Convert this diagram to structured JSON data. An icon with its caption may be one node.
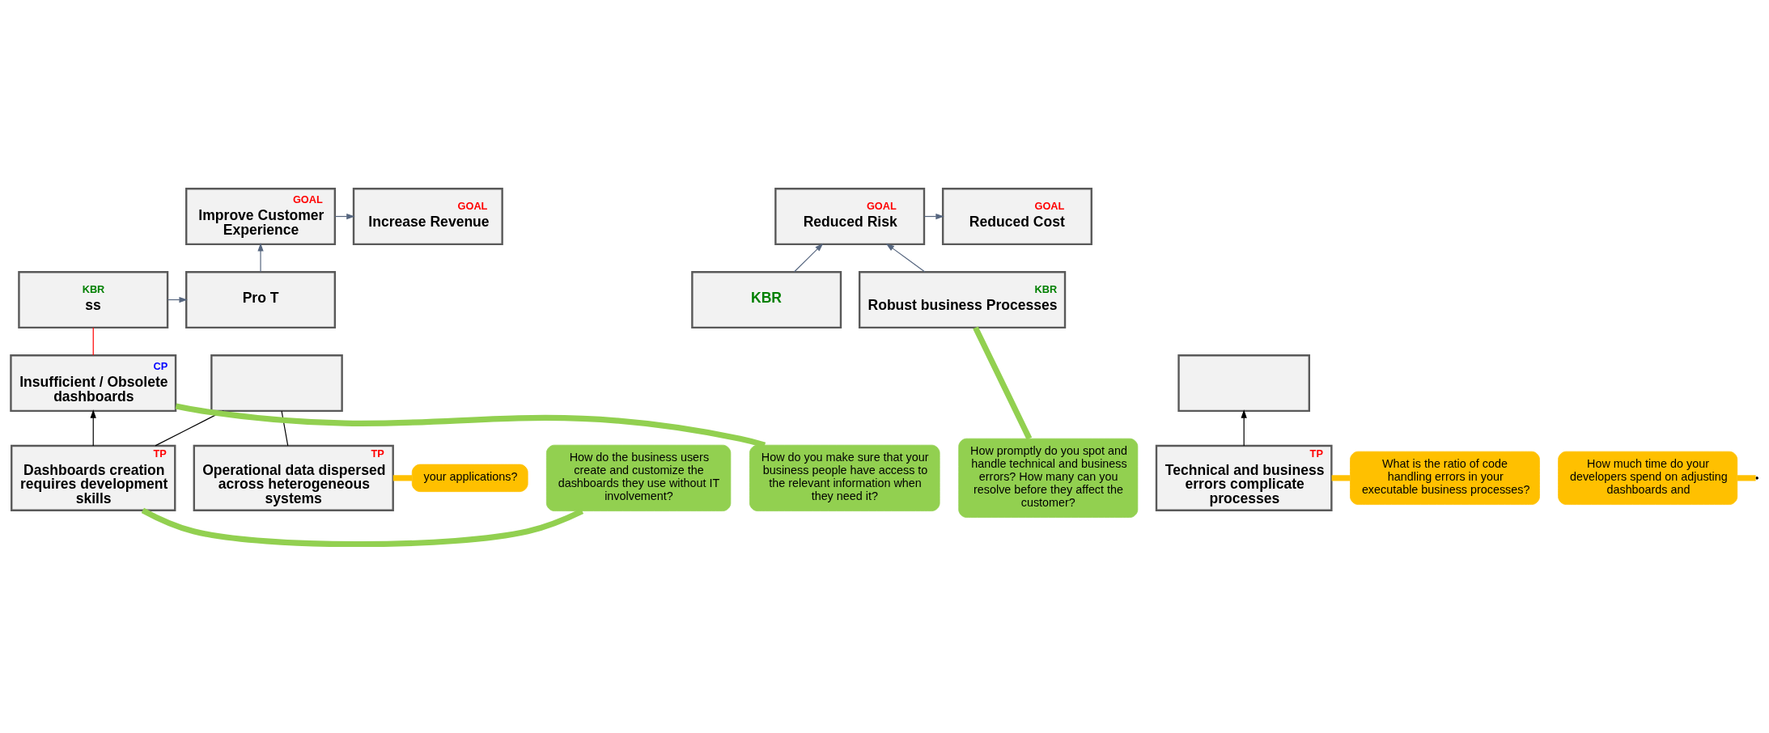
{
  "diagram": {
    "nodes": [
      {
        "text": [
          "GOAL",
          "Increase Revenue"
        ]
      },
      {
        "text": [
          "GOAL",
          "Improve Customer Experience"
        ]
      },
      {
        "text": [
          "GOAL",
          "Reduced Risk"
        ]
      },
      {
        "text": [
          "GOAL",
          "Reduced Cost"
        ]
      },
      {
        "text": [
          "KBR",
          "ss"
        ]
      },
      {
        "text": [
          "Pro T"
        ]
      },
      {
        "text": [
          "KBR"
        ]
      },
      {
        "text": [
          "KBR",
          "Robust business Processes"
        ]
      },
      {
        "text": [
          "CP",
          "Insufficient / Obsolete dashboards"
        ]
      },
      {
        "text": [],
        "shape": "box"
      },
      {
        "text": [],
        "shape": "box"
      },
      {
        "text": [
          "TP",
          "Dashboards creation requires development skills"
        ]
      },
      {
        "text": [
          "TP",
          "Operational data dispersed across heterogeneous systems"
        ]
      },
      {
        "text": [
          "TP",
          "Technical and business errors complicate processes"
        ]
      },
      {
        "text": [
          "How do you make sure that your business people have access to the relevant information when they need it?"
        ]
      },
      {
        "text": [
          "How do the business users create and customize the dashboards they use without IT involvement?"
        ]
      },
      {
        "text": [
          "How much time do your developers spend on adjusting dashboards and"
        ]
      },
      {
        "text": [
          "How promptly do you spot and handle technical and business errors? How many can you resolve before they affect the customer?"
        ]
      },
      {
        "text": [
          "your applications?"
        ]
      },
      {
        "text": [
          "What is the ratio of code handling errors in your executable business processes?"
        ]
      }
    ],
    "edges": [
      {
        "from": 1,
        "to": 0,
        "arrow": "to"
      },
      {
        "from": 2,
        "to": 3,
        "arrow": "to"
      },
      {
        "from": 4,
        "to": 5,
        "arrow": "to"
      },
      {
        "from": 5,
        "to": 1,
        "arrow": "to"
      },
      {
        "from": 6,
        "to": 2,
        "arrow": "to"
      },
      {
        "from": 7,
        "to": 2,
        "arrow": "to"
      },
      {
        "from": 8,
        "to": 4,
        "arrow": "none",
        "color": "#ff0000"
      },
      {
        "from": 11,
        "to": 8,
        "arrow": "to",
        "color": "#000000"
      },
      {
        "from": 11,
        "to": 9,
        "arrow": "none",
        "color": "#000000"
      },
      {
        "from": 12,
        "to": 9,
        "arrow": "none",
        "color": "#000000"
      },
      {
        "from": 13,
        "to": 10,
        "arrow": "to",
        "color": "#000000"
      },
      {
        "from": 14,
        "to": 8,
        "arrow": "none",
        "style": "thick",
        "color": "#92d050"
      },
      {
        "from": 15,
        "to": 11,
        "arrow": "none",
        "style": "thick",
        "color": "#92d050"
      },
      {
        "from": 16,
        "to": null,
        "arrow": "none",
        "style": "thick",
        "color": "#ffc000"
      },
      {
        "from": 17,
        "to": 7,
        "arrow": "none",
        "style": "thick",
        "color": "#92d050"
      },
      {
        "from": 18,
        "to": 12,
        "arrow": "none",
        "style": "thick",
        "color": "#ffc000"
      },
      {
        "from": 19,
        "to": 13,
        "arrow": "none",
        "style": "thick",
        "color": "#ffc000"
      }
    ]
  }
}
